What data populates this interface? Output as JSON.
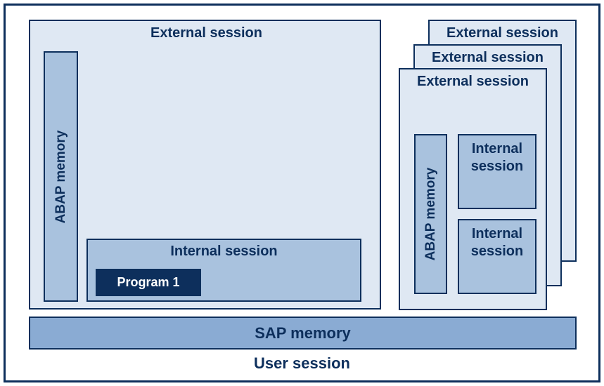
{
  "diagram": {
    "user_session_label": "User session",
    "sap_memory_label": "SAP memory",
    "main_external": {
      "title": "External session",
      "abap_memory_label": "ABAP memory",
      "internal_session": {
        "title": "Internal session",
        "program_label": "Program 1"
      }
    },
    "stacked_external": {
      "back_title": "External session",
      "middle_title": "External session",
      "front": {
        "title": "External session",
        "abap_memory_label": "ABAP memory",
        "internal_sessions": [
          {
            "line1": "Internal",
            "line2": "session"
          },
          {
            "line1": "Internal",
            "line2": "session"
          }
        ]
      }
    }
  },
  "colors": {
    "dark_navy": "#0d2f5c",
    "light_panel": "#dfe8f3",
    "medium_panel": "#a9c2de",
    "sap_bar": "#8aabd3"
  }
}
